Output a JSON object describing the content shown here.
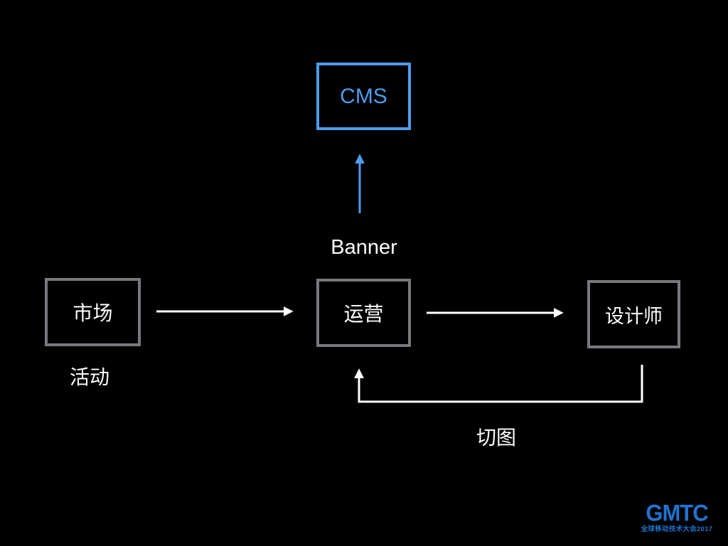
{
  "slide": {
    "background": "#000000"
  },
  "colors": {
    "accent_blue": "#4E9CEC",
    "box_border_gray": "#77797E",
    "text_white": "#FFFFFF",
    "logo_blue": "#2073D1"
  },
  "diagram": {
    "nodes": {
      "cms": {
        "label": "CMS"
      },
      "market": {
        "label": "市场"
      },
      "operations": {
        "label": "运营"
      },
      "designer": {
        "label": "设计师"
      }
    },
    "edge_labels": {
      "banner": "Banner",
      "activity": "活动",
      "cut_image": "切图"
    },
    "edges": [
      {
        "from": "operations",
        "to": "cms",
        "label": "Banner",
        "color": "#4E9CEC"
      },
      {
        "from": "market",
        "to": "operations",
        "label": "活动",
        "color": "#FFFFFF"
      },
      {
        "from": "operations",
        "to": "designer",
        "label": "",
        "color": "#FFFFFF"
      },
      {
        "from": "designer",
        "to": "operations",
        "label": "切图",
        "color": "#FFFFFF"
      }
    ]
  },
  "footer_logo": {
    "title": "GMTC",
    "subtitle": "全球移动技术大会2017"
  }
}
